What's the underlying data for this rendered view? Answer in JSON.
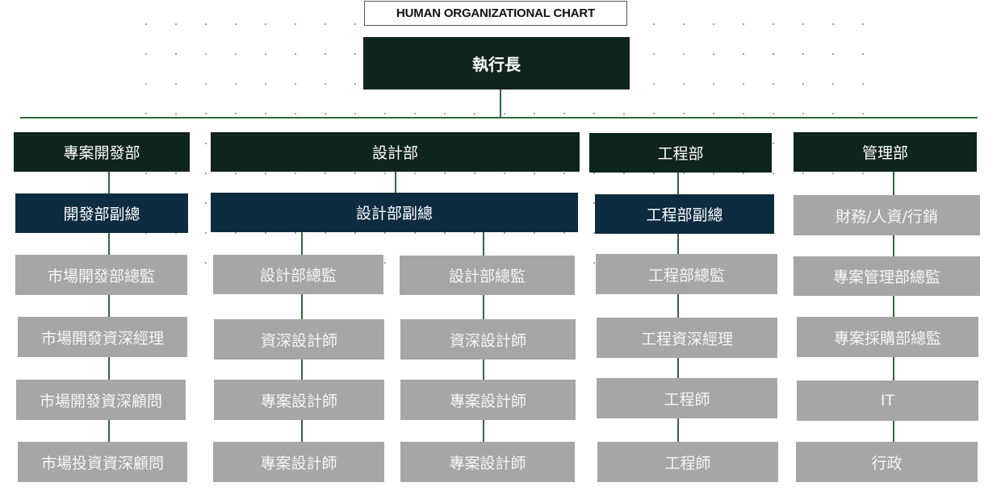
{
  "chart_title": "HUMAN ORGANIZATIONAL CHART",
  "colors": {
    "dept_header": "#0f241d",
    "vp_box": "#0e2c40",
    "staff_box": "#a6a6a6",
    "connector": "#2e6b3a"
  },
  "ceo": {
    "label": "執行長"
  },
  "departments": [
    {
      "name": "專案開發部",
      "vp": "開發部副總",
      "columns": [
        [
          "市場開發部總監",
          "市場開發資深經理",
          "市場開發資深顧問",
          "市場投資資深顧問"
        ]
      ]
    },
    {
      "name": "設計部",
      "vp": "設計部副總",
      "columns": [
        [
          "設計部總監",
          "資深設計師",
          "專案設計師",
          "專案設計師"
        ],
        [
          "設計部總監",
          "資深設計師",
          "專案設計師",
          "專案設計師"
        ]
      ]
    },
    {
      "name": "工程部",
      "vp": "工程部副總",
      "columns": [
        [
          "工程部總監",
          "工程資深經理",
          "工程師",
          "工程師"
        ]
      ]
    },
    {
      "name": "管理部",
      "vp": null,
      "columns": [
        [
          "財務/人資/行銷",
          "專案管理部總監",
          "專案採購部總監",
          "IT",
          "行政"
        ]
      ]
    }
  ]
}
